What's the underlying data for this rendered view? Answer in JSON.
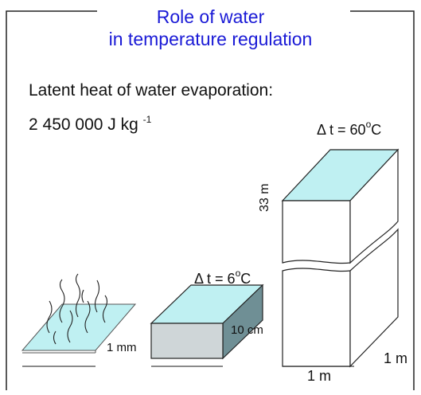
{
  "title": {
    "line1": "Role of water",
    "line2": "in temperature regulation"
  },
  "latent_heat": {
    "label": "Latent heat of water evaporation:",
    "value": "2 450 000 J kg",
    "exponent": "-1"
  },
  "film": {
    "thickness_label": "1 mm"
  },
  "slab": {
    "delta_prefix": "Δ t = 6",
    "degree": "o",
    "unit": "C",
    "depth_label": "10 cm"
  },
  "column": {
    "delta_prefix": "Δ t = 60",
    "degree": "o",
    "unit": "C",
    "height_label": "33 m",
    "width_label": "1 m",
    "depth_label": "1 m"
  },
  "colors": {
    "title": "#1a1ad6",
    "water_top": "#bff0f2",
    "slab_front": "#cfd6d8",
    "slab_side": "#6f8f95",
    "outline": "#222222"
  }
}
